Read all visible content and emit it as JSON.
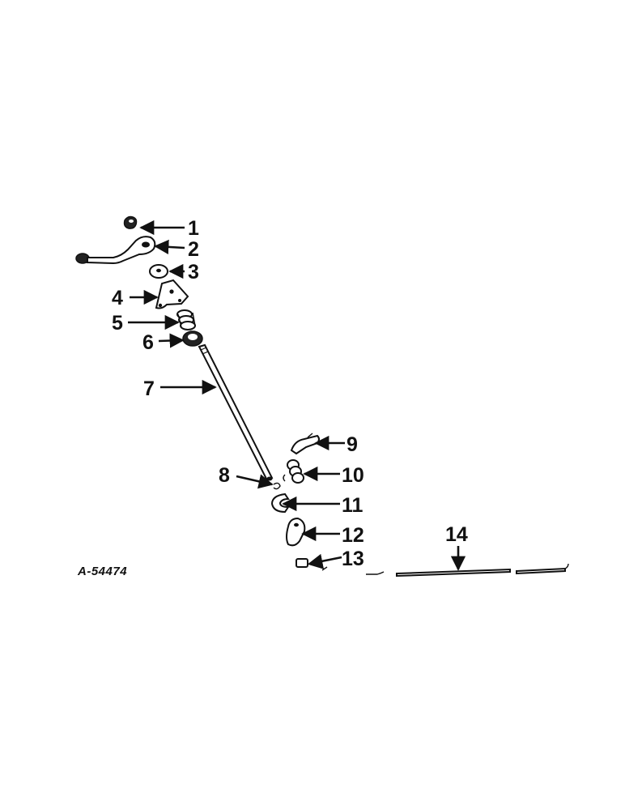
{
  "figure_code": "A-54474",
  "callouts": {
    "c1": "1",
    "c2": "2",
    "c3": "3",
    "c4": "4",
    "c5": "5",
    "c6": "6",
    "c7": "7",
    "c8": "8",
    "c9": "9",
    "c10": "10",
    "c11": "11",
    "c12": "12",
    "c13": "13",
    "c14": "14"
  },
  "colors": {
    "ink": "#111111",
    "background": "#ffffff"
  }
}
